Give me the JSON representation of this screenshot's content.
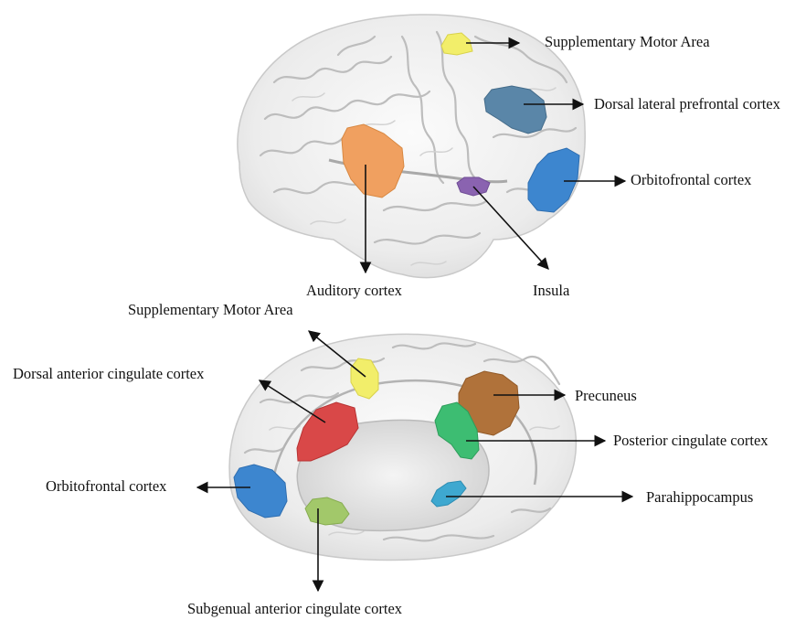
{
  "lateral_view": {
    "labels": {
      "supplementary_motor_area": "Supplementary Motor Area",
      "dlpfc": "Dorsal lateral prefrontal cortex",
      "orbitofrontal": "Orbitofrontal cortex",
      "auditory": "Auditory cortex",
      "insula": "Insula"
    }
  },
  "medial_view": {
    "labels": {
      "supplementary_motor_area": "Supplementary Motor Area",
      "dacc": "Dorsal anterior cingulate cortex",
      "precuneus": "Precuneus",
      "posterior_cingulate": "Posterior cingulate cortex",
      "orbitofrontal": "Orbitofrontal cortex",
      "parahippocampus": "Parahippocampus",
      "sgacc": "Subgenual anterior cingulate cortex"
    }
  },
  "colors": {
    "sma": "#f2ee6a",
    "dlpfc": "#5a86a8",
    "orbitofrontal": "#3d86cf",
    "auditory": "#f0a060",
    "insula": "#8a63b0",
    "dacc": "#d94848",
    "precuneus": "#b0723a",
    "posterior_cingulate": "#3dbd72",
    "parahippocampus": "#3ea8d0",
    "sgacc": "#a2c86a"
  }
}
